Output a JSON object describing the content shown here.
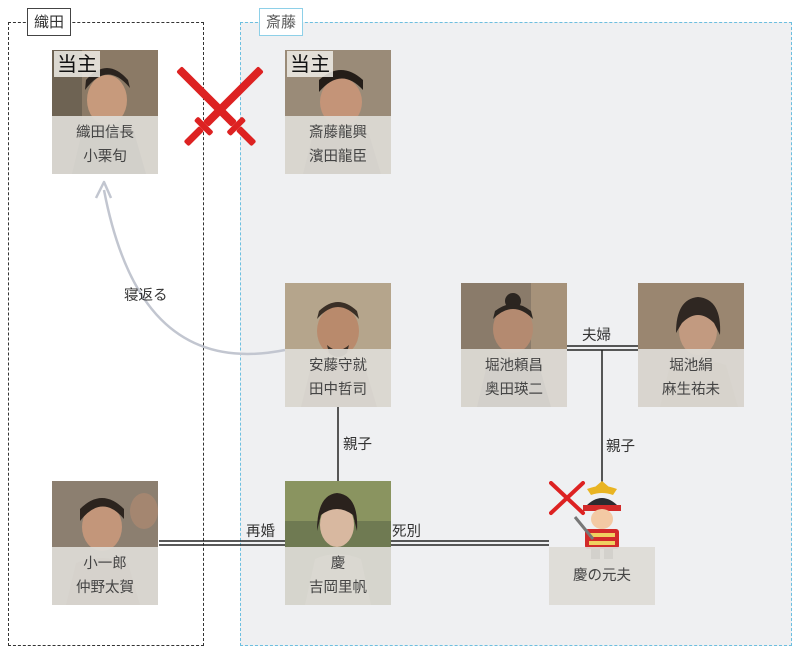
{
  "groups": {
    "oda": {
      "label": "織田"
    },
    "saito": {
      "label": "斎藤"
    }
  },
  "people": {
    "nobunaga": {
      "badge": "当主",
      "role": "織田信長",
      "actor": "小栗旬"
    },
    "tatsuoki": {
      "badge": "当主",
      "role": "斎藤龍興",
      "actor": "濱田龍臣"
    },
    "morinari": {
      "role": "安藤守就",
      "actor": "田中哲司"
    },
    "yorimasa": {
      "role": "堀池頼昌",
      "actor": "奥田瑛二"
    },
    "kinu": {
      "role": "堀池絹",
      "actor": "麻生祐未"
    },
    "koichiro": {
      "role": "小一郎",
      "actor": "仲野太賀"
    },
    "kei": {
      "role": "慶",
      "actor": "吉岡里帆"
    },
    "exhusband": {
      "role": "慶の元夫"
    }
  },
  "relations": {
    "betrayal": "寝返る",
    "married_couple": "夫婦",
    "parent_child_left": "親子",
    "parent_child_right": "親子",
    "remarriage": "再婚",
    "bereavement": "死別"
  },
  "colors": {
    "oda_border": "#333333",
    "saito_border": "#6cbfe0",
    "saito_fill": "#eff0f2",
    "conflict_red": "#dd2222",
    "arrow_gray": "#c2c6d0"
  }
}
